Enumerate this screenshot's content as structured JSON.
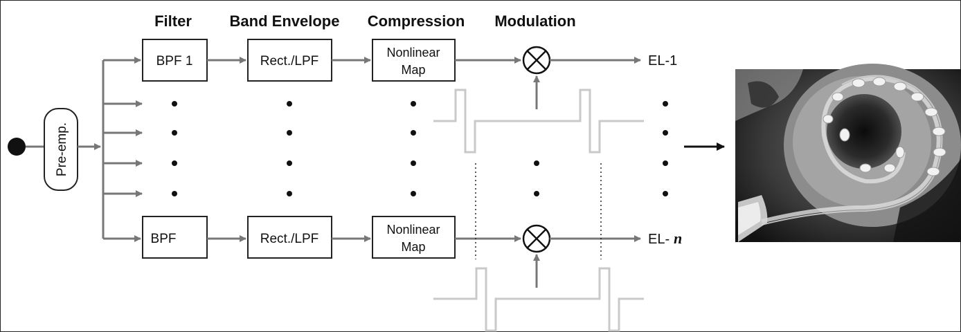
{
  "headers": {
    "filter": "Filter",
    "band_envelope": "Band Envelope",
    "compression": "Compression",
    "modulation": "Modulation"
  },
  "blocks": {
    "pre_emphasis": "Pre-emp.",
    "bpf_top": "BPF 1",
    "bpf_bottom": "BPF",
    "rect_lpf_top": "Rect./LPF",
    "rect_lpf_bottom": "Rect./LPF",
    "nonlinear_top_line1": "Nonlinear",
    "nonlinear_top_line2": "Map",
    "nonlinear_bottom_line1": "Nonlinear",
    "nonlinear_bottom_line2": "Map"
  },
  "outputs": {
    "top_prefix": "EL-1",
    "bottom_prefix": "EL-",
    "bottom_suffix": "n"
  },
  "symbols": {
    "multiplier": "⊗",
    "ellipsis_dot": "•"
  },
  "colors": {
    "line": "#777777",
    "pulse": "#c9c9c9",
    "box_stroke": "#222222"
  }
}
